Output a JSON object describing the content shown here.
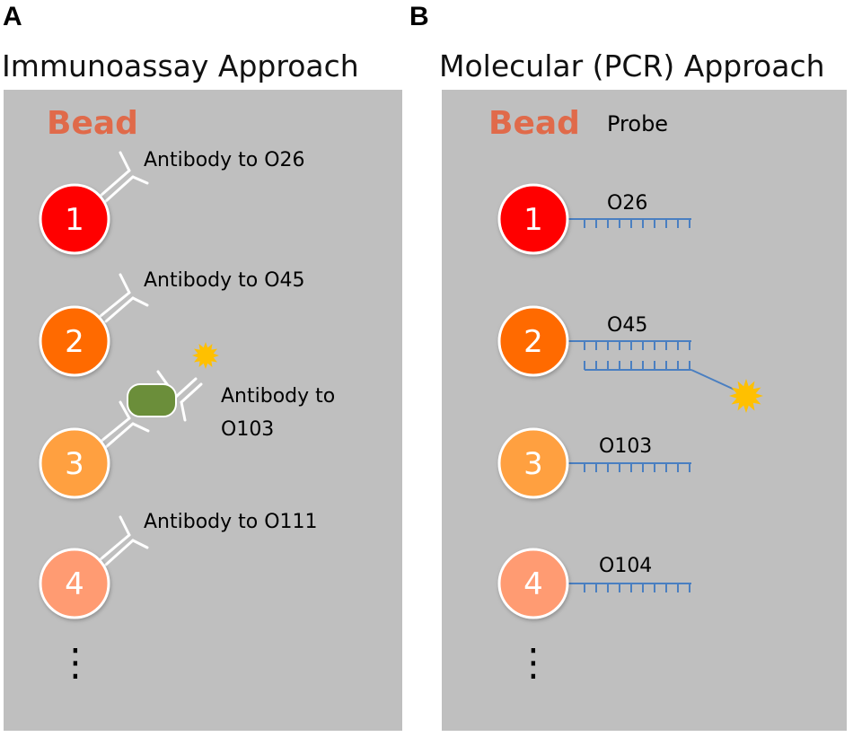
{
  "panel_a": {
    "letter": "A",
    "title": "Immunoassay Approach",
    "bead_header": "Bead",
    "beads": [
      {
        "number": "1",
        "label": "Antibody to O26",
        "color": "#ff0000"
      },
      {
        "number": "2",
        "label": "Antibody to O45",
        "color": "#ff6a00"
      },
      {
        "number": "3",
        "label_line1": "Antibody to",
        "label_line2": "O103",
        "color": "#ffa040"
      },
      {
        "number": "4",
        "label": "Antibody to O111",
        "color": "#ff9b72"
      }
    ],
    "ellipsis": "⋮"
  },
  "panel_b": {
    "letter": "B",
    "title": "Molecular (PCR) Approach",
    "bead_header": "Bead",
    "probe_header": "Probe",
    "beads": [
      {
        "number": "1",
        "label": "O26",
        "color": "#ff0000"
      },
      {
        "number": "2",
        "label": "O45",
        "color": "#ff6a00"
      },
      {
        "number": "3",
        "label": "O103",
        "color": "#ffa040"
      },
      {
        "number": "4",
        "label": "O104",
        "color": "#ff9b72"
      }
    ],
    "ellipsis": "⋮"
  },
  "colors": {
    "panel_bg": "#bfbfbf",
    "bead_header": "#e06a4a",
    "antigen": "#6b8e3a",
    "probe_line": "#4a7fc1",
    "fluorophore": "#ffc000"
  }
}
